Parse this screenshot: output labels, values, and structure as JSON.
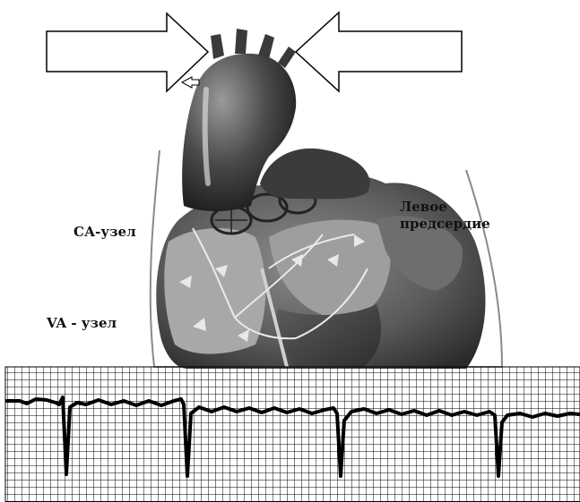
{
  "labels": {
    "sa_node": "СА-узел",
    "va_node": "VA - узел",
    "left_atrium_line1": "Левое",
    "left_atrium_line2": "предсердие"
  },
  "colors": {
    "arrow_fill": "#ffffff",
    "arrow_stroke": "#000000",
    "heart_dark": "#2a2a2a",
    "heart_mid": "#6b6b6b",
    "heart_light": "#bdbdbd",
    "ecg_grid": "#000000",
    "ecg_trace": "#000000"
  },
  "icons": [
    "left-arrow-icon",
    "right-arrow-icon",
    "heart-illustration",
    "ecg-strip"
  ]
}
